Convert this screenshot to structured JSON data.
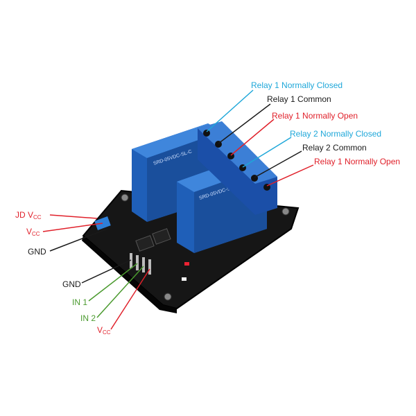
{
  "colors": {
    "relay_nc": "#1ea7d9",
    "relay_com": "#1a1a1a",
    "relay_no": "#e0202a",
    "power": "#e0202a",
    "ground": "#1a1a1a",
    "input": "#4a9a2e",
    "relay_body": "#1f5fb8",
    "pcb": "#121212"
  },
  "relay_labels": {
    "r1_nc": "Relay 1 Normally Closed",
    "r1_com": "Relay 1 Common",
    "r1_no": "Relay 1 Normally Open",
    "r2_nc": "Relay 2 Normally Closed",
    "r2_com": "Relay 2 Common",
    "r2_no": "Relay 1 Normally Open"
  },
  "pin_labels": {
    "jd_vcc_main": "JD V",
    "jd_vcc_sub": "CC",
    "vcc_main": "V",
    "vcc_sub": "CC",
    "gnd_top": "GND",
    "gnd_bottom": "GND",
    "in1": "IN 1",
    "in2": "IN 2",
    "vcc2_main": "V",
    "vcc2_sub": "CC"
  },
  "relay_markings": {
    "brand": "SRD-05VDC-SL-C"
  }
}
